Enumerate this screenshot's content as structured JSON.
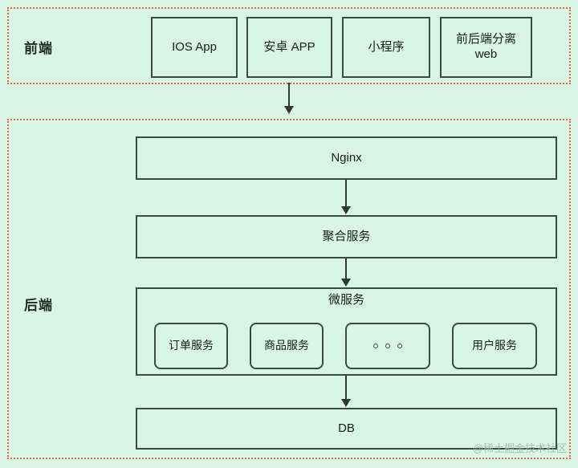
{
  "diagram": {
    "background_color": "#d9f5e4",
    "zone_border_color": "#e06050",
    "box_border_color": "#3c4a42",
    "zones": {
      "frontend": {
        "label": "前端"
      },
      "backend": {
        "label": "后端"
      }
    },
    "frontend_clients": [
      {
        "label": "IOS App"
      },
      {
        "label": "安卓 APP"
      },
      {
        "label": "小程序"
      },
      {
        "label": "前后端分离\nweb"
      }
    ],
    "backend_layers": {
      "nginx": {
        "label": "Nginx"
      },
      "gateway": {
        "label": "聚合服务"
      },
      "microservices": {
        "label": "微服务",
        "items": [
          {
            "label": "订单服务"
          },
          {
            "label": "商品服务"
          },
          {
            "label": "..."
          },
          {
            "label": "用户服务"
          }
        ]
      },
      "db": {
        "label": "DB"
      }
    },
    "arrows": [
      {
        "name": "frontend-to-backend",
        "from": "frontend",
        "to": "nginx"
      },
      {
        "name": "nginx-to-gateway",
        "from": "nginx",
        "to": "gateway"
      },
      {
        "name": "gateway-to-microservices",
        "from": "gateway",
        "to": "microservices"
      },
      {
        "name": "microservices-to-db",
        "from": "microservices",
        "to": "db"
      }
    ],
    "watermark": {
      "text": "@稀土掘金技术社区"
    }
  }
}
